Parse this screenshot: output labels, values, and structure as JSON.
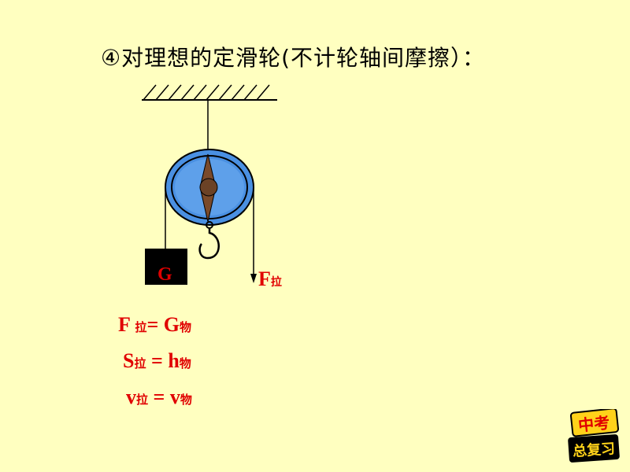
{
  "title": "④对理想的定滑轮(不计轮轴间摩擦）：",
  "diagram": {
    "weight_label": "G",
    "force_symbol": "F",
    "force_subscript": "拉"
  },
  "equations": [
    {
      "lhs": "F ",
      "lhs_sub": "拉",
      "op": "= ",
      "rhs": "G",
      "rhs_sub": "物"
    },
    {
      "lhs": "S",
      "lhs_sub": "拉",
      "op": " = ",
      "rhs": "h",
      "rhs_sub": "物"
    },
    {
      "lhs": "v",
      "lhs_sub": "拉",
      "op": " = ",
      "rhs": "v",
      "rhs_sub": "物"
    }
  ],
  "badge": {
    "line1": "中考",
    "line2": "总复习"
  },
  "colors": {
    "background": "#FFFFC0",
    "accent": "#E00000",
    "pulley": "#4A90E2"
  }
}
